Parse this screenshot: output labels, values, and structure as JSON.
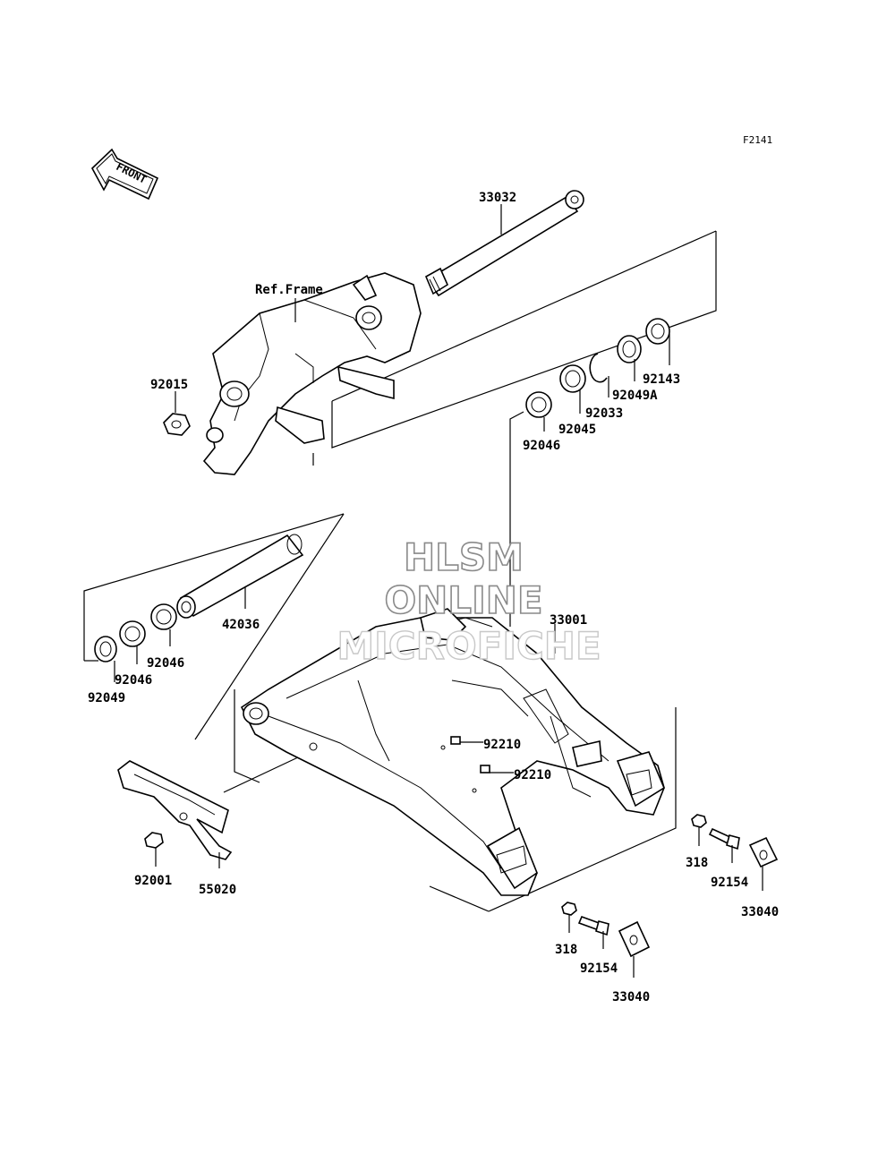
{
  "figure_code": "F2141",
  "front_arrow_label": "FRONT",
  "ref_frame_label": "Ref.Frame",
  "watermark": [
    "HLSM",
    "ONLINE",
    "MICROFICHE"
  ],
  "parts": {
    "p33032": "33032",
    "p92015": "92015",
    "p92143": "92143",
    "p92049A": "92049A",
    "p92033": "92033",
    "p92045": "92045",
    "p92046_top": "92046",
    "p42036": "42036",
    "p92046_a": "92046",
    "p92046_b": "92046",
    "p92049": "92049",
    "p33001": "33001",
    "p92210_a": "92210",
    "p92210_b": "92210",
    "p92001": "92001",
    "p55020": "55020",
    "p318_right": "318",
    "p92154_right": "92154",
    "p33040_right": "33040",
    "p318_bottom": "318",
    "p92154_bottom": "92154",
    "p33040_bottom": "33040"
  }
}
